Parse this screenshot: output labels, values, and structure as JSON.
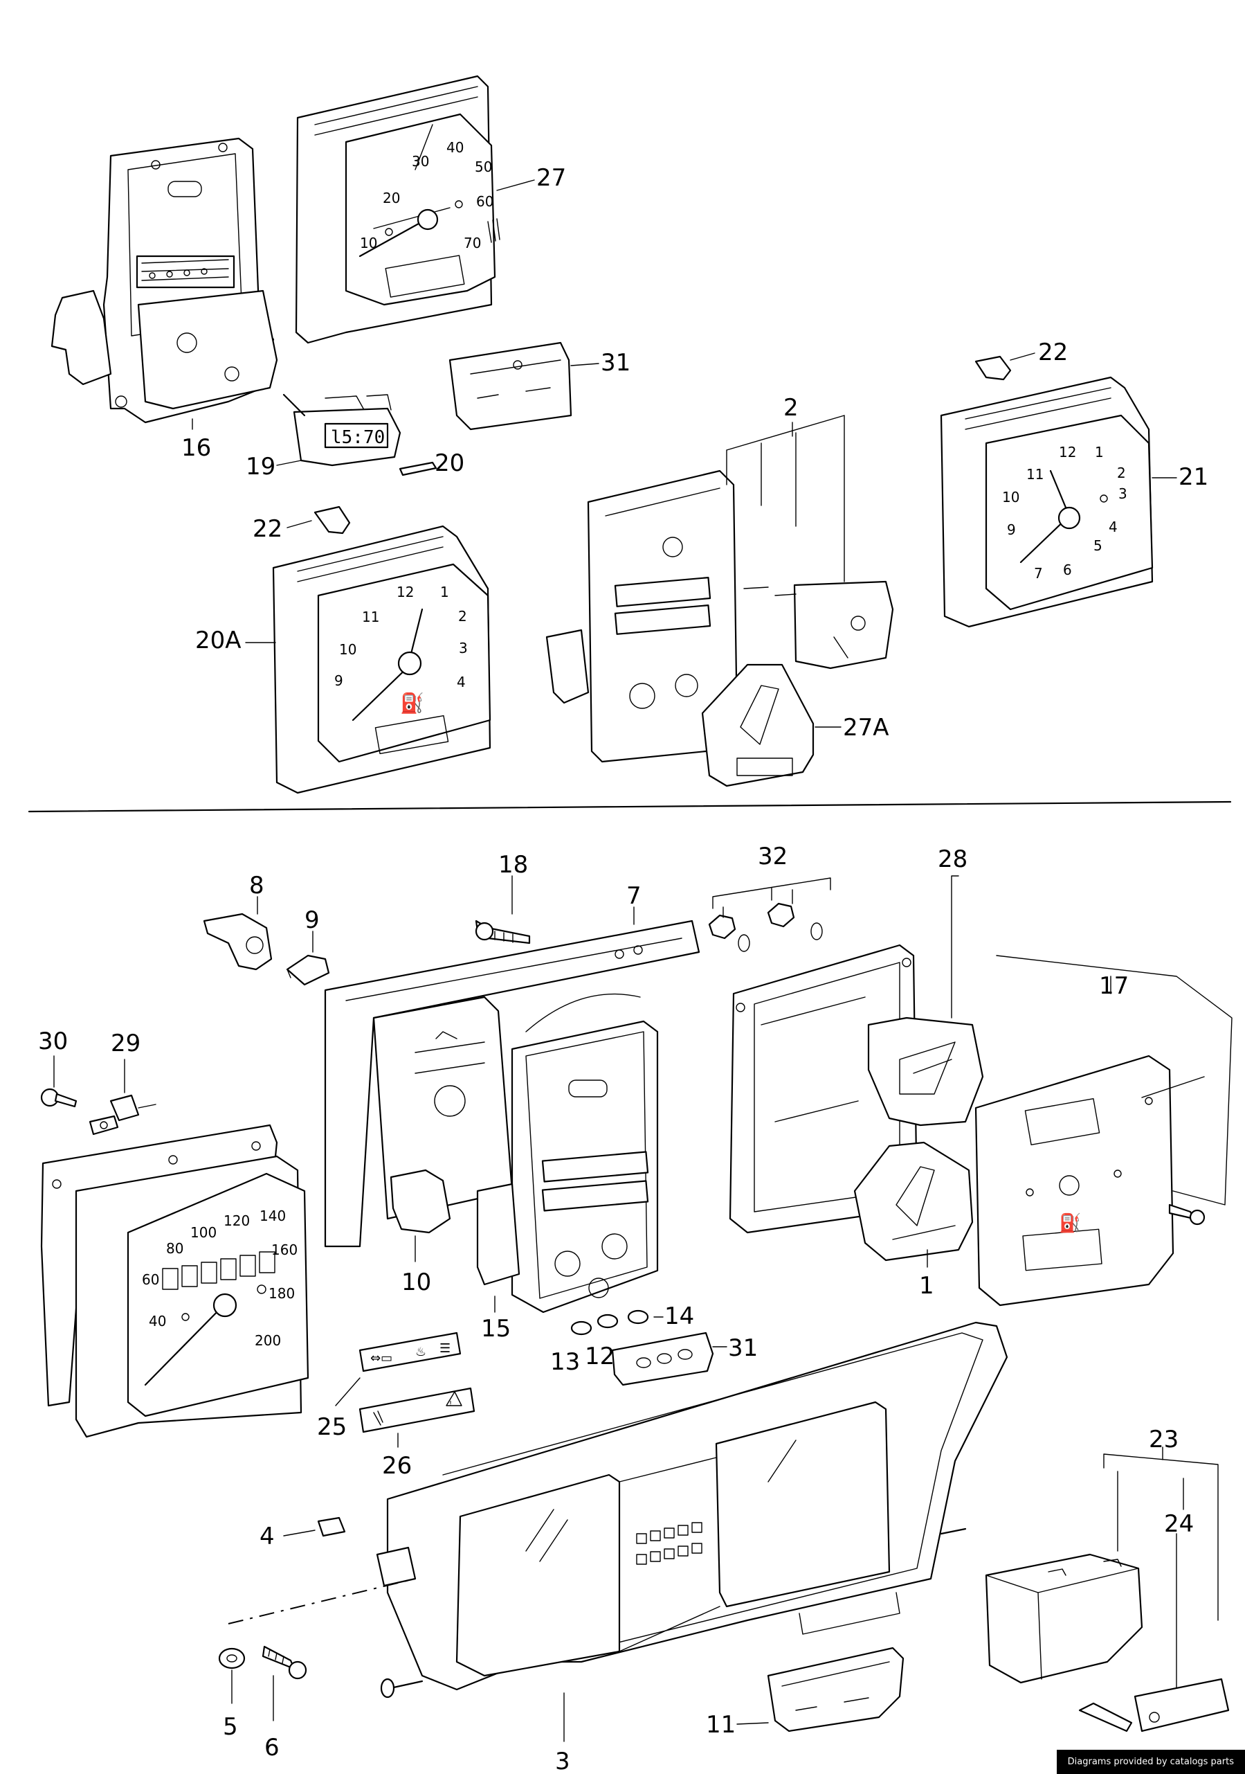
{
  "callouts": {
    "c1": "1",
    "c2": "2",
    "c3": "3",
    "c4": "4",
    "c5": "5",
    "c6": "6",
    "c7": "7",
    "c8": "8",
    "c9": "9",
    "c10": "10",
    "c11": "11",
    "c12": "12",
    "c13": "13",
    "c14": "14",
    "c15": "15",
    "c16": "16",
    "c17": "17",
    "c18": "18",
    "c19": "19",
    "c20": "20",
    "c20a": "20A",
    "c21": "21",
    "c22a": "22",
    "c22b": "22",
    "c23": "23",
    "c24": "24",
    "c25": "25",
    "c26": "26",
    "c27": "27",
    "c27a": "27A",
    "c28": "28",
    "c29": "29",
    "c30": "30",
    "c31a": "31",
    "c31b": "31",
    "c32": "32"
  },
  "tacho_dial": [
    "10",
    "20",
    "30",
    "40",
    "50",
    "60",
    "70"
  ],
  "clock_21_dial": [
    "12",
    "1",
    "2",
    "3",
    "4",
    "5",
    "6",
    "7",
    "9",
    "10",
    "11"
  ],
  "clock_20a_dial": [
    "12",
    "1",
    "2",
    "3",
    "4",
    "11",
    "10",
    "9"
  ],
  "speedo_dial": [
    "40",
    "60",
    "80",
    "100",
    "120",
    "140",
    "160",
    "180",
    "200"
  ],
  "footer_text": "Diagrams provided by catalogs parts",
  "icons": [
    "clock-display-icon",
    "battery-warning-icon",
    "oil-can-icon",
    "headlight-icon",
    "hazard-triangle-icon",
    "fuel-pump-icon"
  ]
}
